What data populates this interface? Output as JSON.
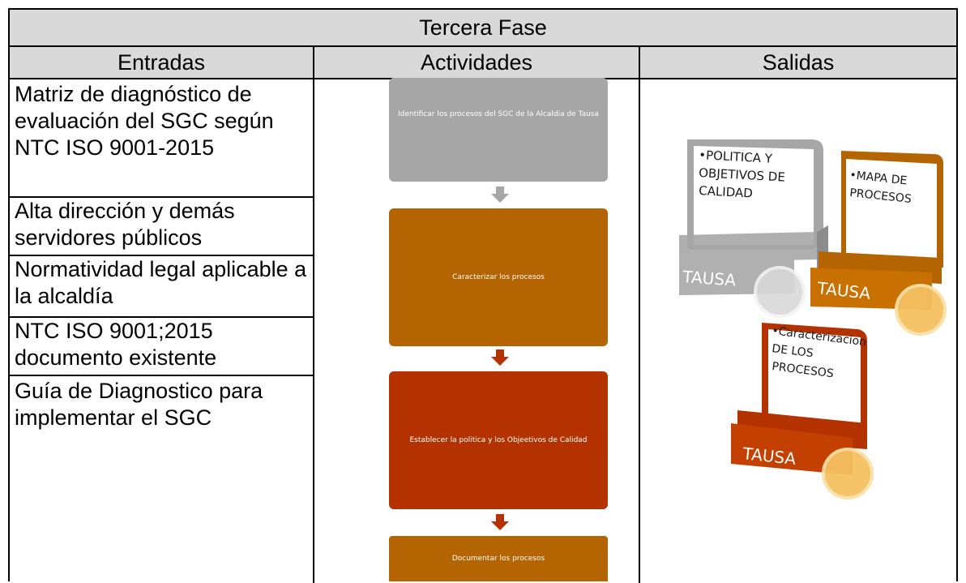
{
  "title": "Tercera Fase",
  "headers": {
    "entradas": "Entradas",
    "actividades": "Actividades",
    "salidas": "Salidas"
  },
  "entradas": [
    "Matriz de diagnóstico de evaluación del SGC según NTC ISO 9001-2015",
    "Alta dirección y demás servidores públicos",
    "Normatividad legal aplicable a la alcaldía",
    "NTC ISO 9001;2015 documento existente",
    "Guía de Diagnostico para implementar el SGC"
  ],
  "actividades": [
    "Identificar los procesos del SGC de la Alcaldia de Tausa",
    "Caracterizar los procesos",
    "Establecer la politica y los Objeetivos de Calidad",
    "Documentar los procesos"
  ],
  "salidas": {
    "card1": [
      "•POLITICA Y",
      "OBJETIVOS DE",
      "CALIDAD"
    ],
    "card2": [
      "•MAPA DE",
      "PROCESOS"
    ],
    "card3": [
      "•Caracterizacion",
      "DE LOS",
      "PROCESOS"
    ],
    "base_label": "TAUSA"
  },
  "colors": {
    "gray": "#a6a6a6",
    "orange": "#b46400",
    "red": "#b33200",
    "header_bg": "#d9d9d9"
  }
}
